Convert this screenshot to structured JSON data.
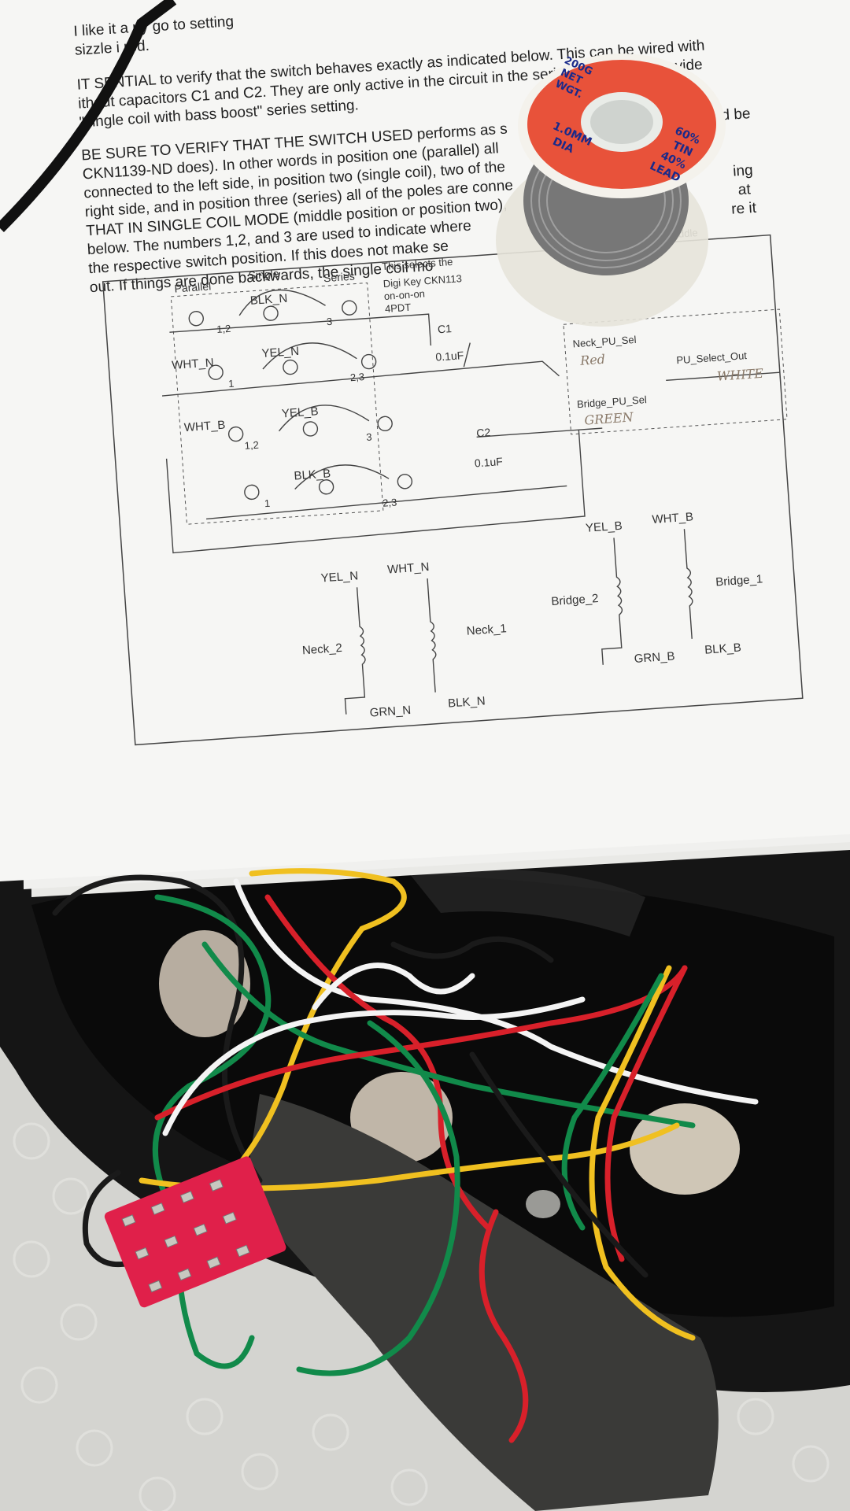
{
  "photo": {
    "subject": "guitar-control-cavity-wiring",
    "colors": {
      "paper": "#f6f6f4",
      "guitar_body": "#141414",
      "spool_label": "#e8523a",
      "switch": "#e0204a",
      "wire_red": "#d8202a",
      "wire_green": "#118a4a",
      "wire_yellow": "#f0c020",
      "wire_white": "#f4f4f4",
      "wire_black": "#1a1a1a"
    }
  },
  "paper": {
    "lines": [
      "I like it a        ny go to setting",
      "sizzle i        red.",
      "IT       SENTIAL to verify that the switch behaves exactly as indicated below.  This can be wired with",
      "       ithout capacitors C1 and C2.  They are only active in the circuit in the series setting and provide",
      "       \"single coil with bass boost\" series setting.",
      "BE SURE TO VERIFY THAT THE SWITCH USED performs as s",
      "CKN1139-ND does).  In other words in position one (parallel) all",
      "connected to the left side, in position two (single coil), two of the",
      "right side, and in position three (series) all of the poles are conne",
      "THAT IN SINGLE COIL MODE (middle position or position two),",
      "below.  The numbers 1,2, and 3 are used to indicate where",
      "the respective switch position.  If this does not make se",
      "out.  If things are done backwards, the single coil mo"
    ],
    "right_fragments": [
      "uld be",
      "ing",
      "at",
      "re it"
    ]
  },
  "schematic": {
    "switch_labels": {
      "parallel": "Parallel",
      "single": "Single",
      "series": "Series"
    },
    "note_top": "This selects the",
    "note_middle": "middle",
    "part": [
      "Digi Key CKN113",
      "on-on-on",
      "4PDT"
    ],
    "wires": [
      "BLK_N",
      "WHT_N",
      "YEL_N",
      "WHT_B",
      "YEL_B",
      "BLK_B"
    ],
    "positions": [
      "1,2",
      "1",
      "3",
      "2,3",
      "1,2",
      "3",
      "1",
      "2,3"
    ],
    "caps": [
      {
        "name": "C1",
        "value": "0.1uF"
      },
      {
        "name": "C2",
        "value": "0.1uF"
      }
    ],
    "outputs": {
      "neck": "Neck_PU_Sel",
      "neck_hand": "Red",
      "bridge": "Bridge_PU_Sel",
      "bridge_hand": "GREEN",
      "out": "PU_Select_Out",
      "out_hand": "WHITE"
    },
    "pickups": {
      "neck_coil2": "Neck_2",
      "neck_coil1": "Neck_1",
      "bridge_coil2": "Bridge_2",
      "bridge_coil1": "Bridge_1",
      "terminals_neck": [
        "YEL_N",
        "WHT_N",
        "GRN_N",
        "BLK_N"
      ],
      "terminals_bridge": [
        "YEL_B",
        "WHT_B",
        "GRN_B",
        "BLK_B"
      ]
    }
  },
  "solder_spool": {
    "label_lines": [
      "200G",
      "NET",
      "WGT.",
      "60%",
      "TIN",
      "40%",
      "LEAD",
      "1.0MM",
      "DIA"
    ]
  }
}
